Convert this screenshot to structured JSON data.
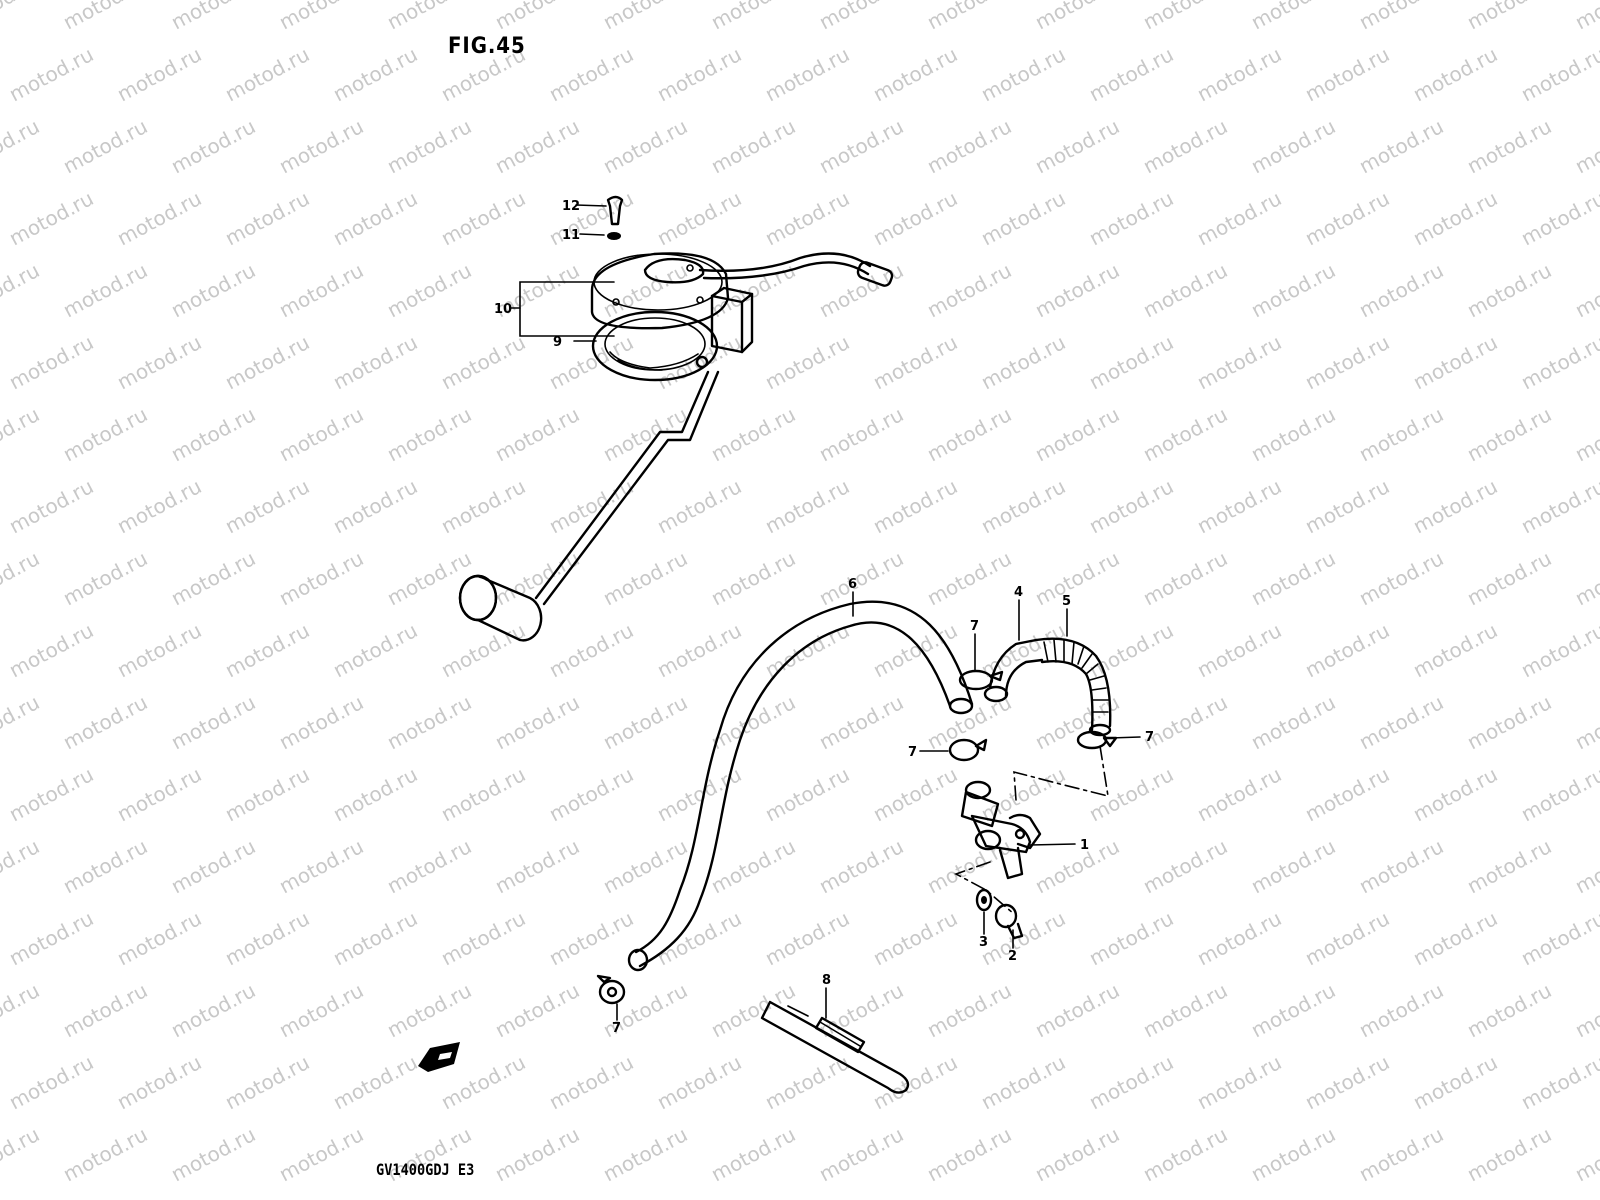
{
  "figure": {
    "title": "FIG.45",
    "model_code": "GV1400GDJ E3"
  },
  "watermark": {
    "text": "motod.ru"
  },
  "callouts": [
    {
      "id": "c1",
      "label": "1"
    },
    {
      "id": "c2",
      "label": "2"
    },
    {
      "id": "c3",
      "label": "3"
    },
    {
      "id": "c4",
      "label": "4"
    },
    {
      "id": "c5",
      "label": "5"
    },
    {
      "id": "c6",
      "label": "6"
    },
    {
      "id": "c7a",
      "label": "7"
    },
    {
      "id": "c7b",
      "label": "7"
    },
    {
      "id": "c7c",
      "label": "7"
    },
    {
      "id": "c7d",
      "label": "7"
    },
    {
      "id": "c8",
      "label": "8"
    },
    {
      "id": "c9",
      "label": "9"
    },
    {
      "id": "c10",
      "label": "10"
    },
    {
      "id": "c11",
      "label": "11"
    },
    {
      "id": "c12",
      "label": "12"
    }
  ],
  "colors": {
    "ink": "#000000",
    "watermark": "#c8c8c8",
    "background": "#ffffff"
  }
}
